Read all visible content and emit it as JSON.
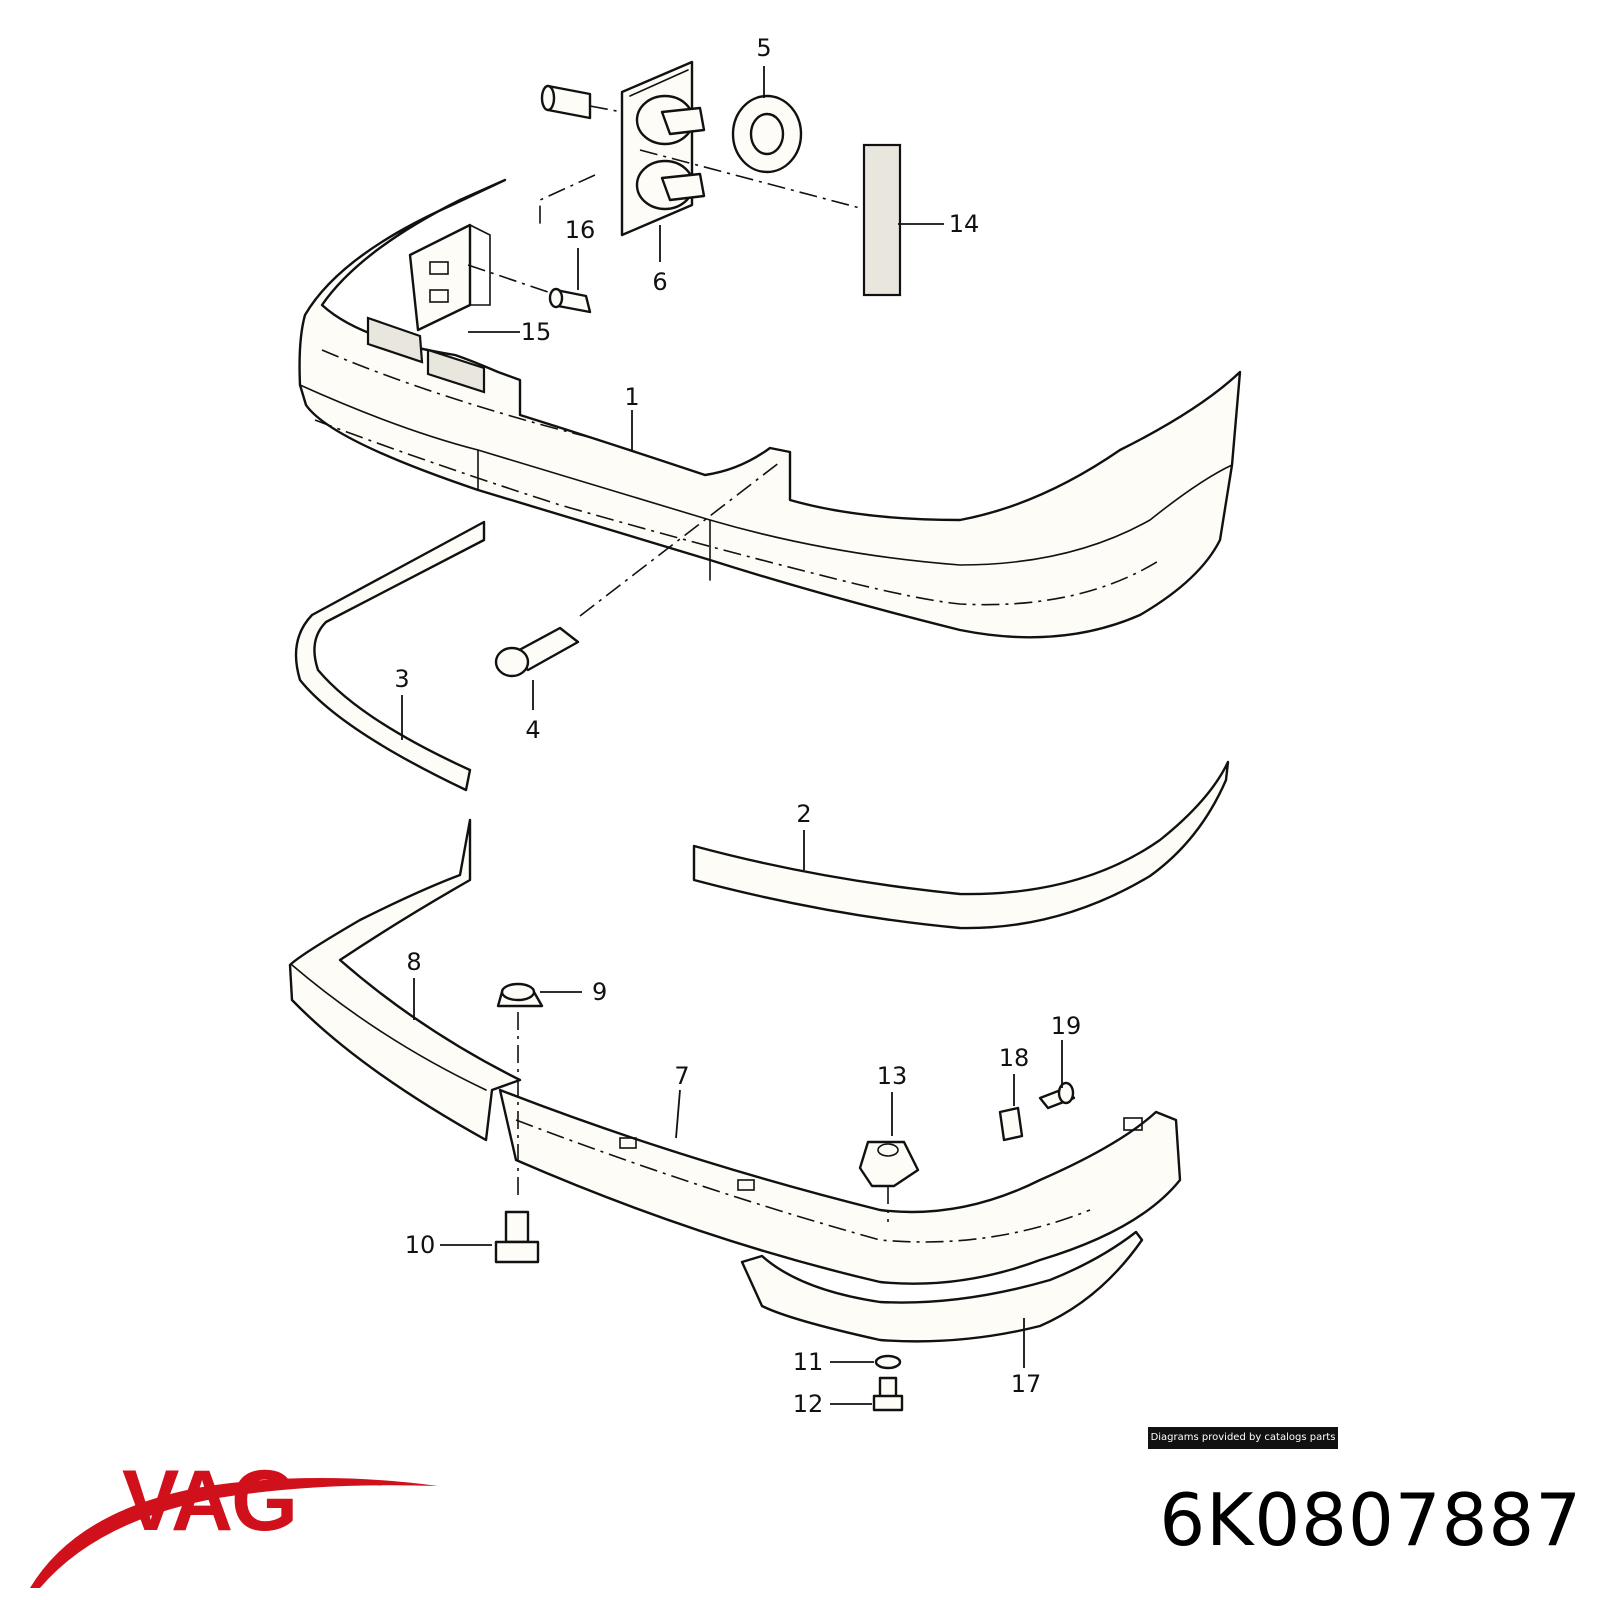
{
  "diagram": {
    "callouts": {
      "c1": "1",
      "c2": "2",
      "c3": "3",
      "c4": "4",
      "c5": "5",
      "c6": "6",
      "c7": "7",
      "c8": "8",
      "c9": "9",
      "c10": "10",
      "c11": "11",
      "c12": "12",
      "c13": "13",
      "c14": "14",
      "c15": "15",
      "c16": "16",
      "c17": "17",
      "c18": "18",
      "c19": "19"
    },
    "credit": "Diagrams provided by catalogs parts"
  },
  "brand": {
    "logo_text": "VAG",
    "accent_color": "#d0111c"
  },
  "part_number": "6K0807887"
}
